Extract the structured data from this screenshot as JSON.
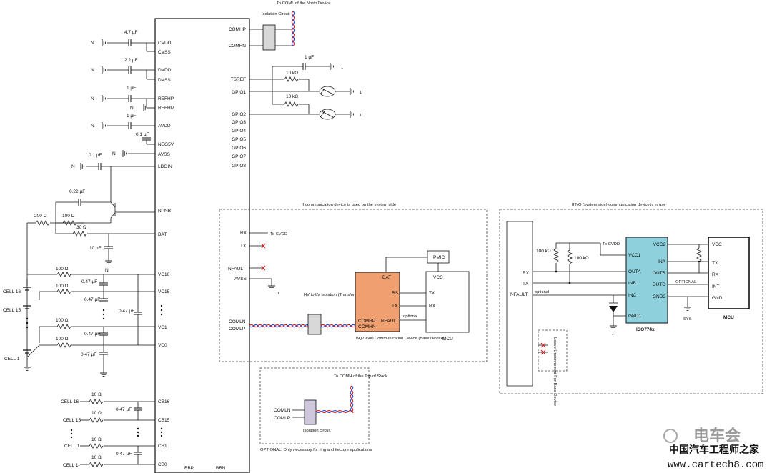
{
  "left_pins": [
    "CVDD",
    "CVSS",
    "DVDD",
    "DVSS",
    "REFHP",
    "REFHM",
    "AVDD",
    "NEG5V",
    "AVSS",
    "LDOIN",
    "NPNB",
    "BAT",
    "VC16",
    "VC15",
    "VC1",
    "VC0",
    "CB16",
    "CB15",
    "CB1",
    "CB0"
  ],
  "right_pins": [
    "COMHP",
    "COMHN",
    "TSREF",
    "GPIO1",
    "GPIO2",
    "GPIO3",
    "GPIO4",
    "GPIO5",
    "GPIO6",
    "GPIO7",
    "GPIO8"
  ],
  "bottom_pins": [
    "BBP",
    "BBN"
  ],
  "caps": [
    "4.7 µF",
    "2.2 µF",
    "1 µF",
    "1 µF",
    "0.1 µF",
    "0.1 µF",
    "0.22 µF",
    "10 nF",
    "0.47 µF",
    "0.47 µF",
    "0.47 µF",
    "0.47 µF",
    "0.47 µF",
    "0.47 µF",
    "0.47 µF",
    "1 µF"
  ],
  "resistors": [
    "200 Ω",
    "100 Ω",
    "30 Ω",
    "100 Ω",
    "100 Ω",
    "100 Ω",
    "100 Ω",
    "10 Ω",
    "10 Ω",
    "10 Ω",
    "10 Ω",
    "10 kΩ",
    "10 kΩ",
    "100 kΩ",
    "100 kΩ"
  ],
  "n_label": "N",
  "ground_num": "1",
  "top_isolation": {
    "label": "Isolation Circuit",
    "to_label": "To COML of the North Device"
  },
  "cells": {
    "c16": "CELL 16",
    "c15": "CELL 15",
    "c1": "CELL 1",
    "c1m": "CELL 1-"
  },
  "system_side": {
    "title": "If communication device is used on the system side",
    "rx": "RX",
    "to_cvdd": "To CVDD",
    "tx": "TX",
    "nfault": "NFAULT",
    "avss": "AVSS",
    "comln": "COMLN",
    "comlp": "COMLP",
    "transformer": "HV to LV Isolation (Transformer)",
    "base_pins": {
      "bat": "BAT",
      "rs": "RS",
      "tx": "TX",
      "nfault": "NFAULT",
      "comhp": "COMHP",
      "comhn": "COMHN"
    },
    "base_caption": "BQ79600 Communication Device (Base Device)",
    "pmic": "PMIC",
    "vcc": "VCC",
    "mcu_tx": "TX",
    "mcu_rx": "RX",
    "optional": "optional",
    "mcu": "MCU"
  },
  "optional_box": {
    "to_label": "To COMH of the Top of Stack",
    "comln": "COMLN",
    "comlp": "COMLP",
    "iso_label": "Isolation circuit",
    "note": "OPTIONAL: Only necessary for ring architecture applications"
  },
  "no_side": {
    "title": "If NO (system side) communication device is in use",
    "to_cvdd": "To CVDD",
    "r1": "100 kΩ",
    "r2": "100 kΩ",
    "rx": "RX",
    "tx": "TX",
    "nfault": "NFAULT",
    "optional_small": "optional",
    "iso_pins": {
      "vcc1": "VCC1",
      "outa": "OUTA",
      "inb": "INB",
      "inc": "INC",
      "gnd1": "GND1",
      "vcc2": "VCC2",
      "ina": "INA",
      "outb": "OUTB",
      "outc": "OUTC",
      "gnd2": "GND2"
    },
    "iso_name": "ISO774x",
    "mcu_pins": {
      "vcc": "VCC",
      "tx": "TX",
      "rx": "RX",
      "int": "INT",
      "gnd": "GND"
    },
    "optional": "OPTIONAL",
    "sys": "SYS",
    "mcu": "MCU",
    "leave": "Leave Unconnected For Base Device"
  },
  "watermark": {
    "main": "电车会",
    "sub": "中国汽车工程师之家",
    "url": "www.cartech8.com"
  },
  "colors": {
    "base_device": "#f0a070",
    "iso774x": "#8fd0dd",
    "isolation": "#cfc8dd",
    "twisted_red": "#d62020",
    "twisted_blue": "#2f46c9"
  }
}
